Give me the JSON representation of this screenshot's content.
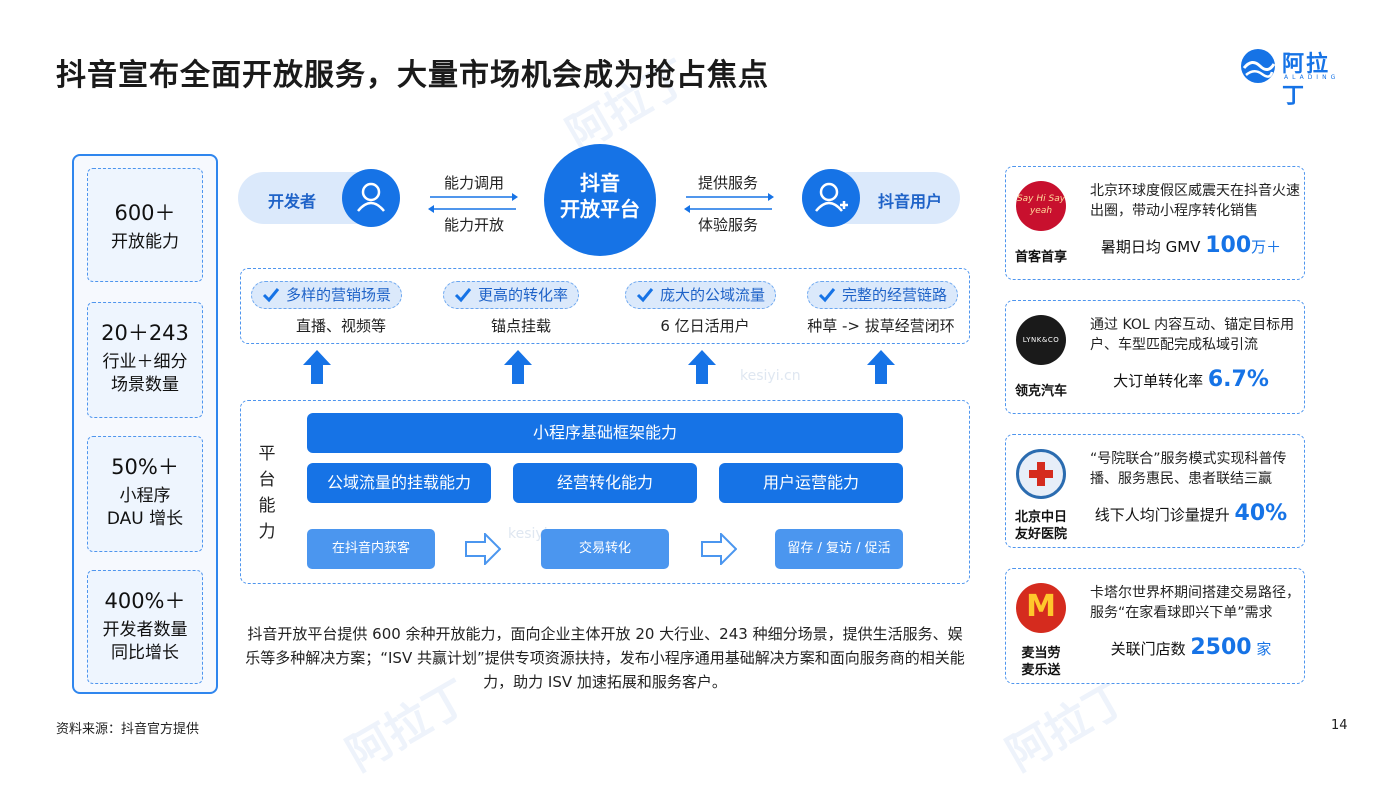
{
  "title": "抖音宣布全面开放服务，大量市场机会成为抢占焦点",
  "logo": {
    "name": "阿拉丁",
    "sub": "ALADING"
  },
  "stats": [
    {
      "num": "600＋",
      "label_lines": [
        "开放能力"
      ]
    },
    {
      "num": "20＋243",
      "label_lines": [
        "行业＋细分",
        "场景数量"
      ]
    },
    {
      "num": "50%＋",
      "label_lines": [
        "小程序",
        "DAU 增长"
      ]
    },
    {
      "num": "400%＋",
      "label_lines": [
        "开发者数量",
        "同比增长"
      ]
    }
  ],
  "flow": {
    "developer": "开发者",
    "platform_line1": "抖音",
    "platform_line2": "开放平台",
    "user": "抖音用户",
    "left_top": "能力调用",
    "left_bottom": "能力开放",
    "right_top": "提供服务",
    "right_bottom": "体验服务"
  },
  "features": [
    {
      "tag": "多样的营销场景",
      "sub": "直播、视频等"
    },
    {
      "tag": "更高的转化率",
      "sub": "锚点挂载"
    },
    {
      "tag": "庞大的公域流量",
      "sub": "6 亿日活用户"
    },
    {
      "tag": "完整的经营链路",
      "sub": "种草 -> 拔草经营闭环"
    }
  ],
  "capability": {
    "label": [
      "平",
      "台",
      "能",
      "力"
    ],
    "main_bar": "小程序基础框架能力",
    "bars": [
      "公域流量的挂载能力",
      "经营转化能力",
      "用户运营能力"
    ],
    "steps": [
      "在抖音内获客",
      "交易转化",
      "留存 / 复访 / 促活"
    ]
  },
  "description": "抖音开放平台提供 600 余种开放能力，面向企业主体开放 20 大行业、243  种细分场景，提供生活服务、娱乐等多种解决方案；“ISV 共赢计划”提供专项资源扶持，发布小程序通用基础解决方案和面向服务商的相关能力，助力 ISV 加速拓展和服务客户。",
  "cases": [
    {
      "brand_lines": [
        "首客首享"
      ],
      "text": "北京环球度假区威震天在抖音火速出圈，带动小程序转化销售",
      "metric_prefix": "暑期日均 GMV ",
      "metric_value": "100",
      "metric_unit": "万＋",
      "logo_color": "#c8102e",
      "logo_text": "Say Hi Say yeah"
    },
    {
      "brand_lines": [
        "领克汽车"
      ],
      "text": "通过 KOL 内容互动、锚定目标用户、车型匹配完成私域引流",
      "metric_prefix": "大订单转化率 ",
      "metric_value": "6.7%",
      "metric_unit": "",
      "logo_color": "#1a1a1a",
      "logo_text": "LYNK&CO"
    },
    {
      "brand_lines": [
        "北京中日",
        "友好医院"
      ],
      "text": "“号院联合”服务模式实现科普传播、服务惠民、患者联结三赢",
      "metric_prefix": "线下人均门诊量提升 ",
      "metric_value": "40%",
      "metric_unit": "",
      "logo_color": "#2b6cb0",
      "logo_text": ""
    },
    {
      "brand_lines": [
        "麦当劳",
        "麦乐送"
      ],
      "text": "卡塔尔世界杯期间搭建交易路径，服务“在家看球即兴下单”需求",
      "metric_prefix": "关联门店数 ",
      "metric_value": "2500",
      "metric_unit": " 家",
      "logo_color": "#d52b1e",
      "logo_text": "M"
    }
  ],
  "source": "资料来源：抖音官方提供",
  "page_number": "14",
  "watermark_text": "kesiyi.cn",
  "colors": {
    "accent": "#1673e6",
    "light": "#dbe9fb",
    "dash": "#4e95ee"
  }
}
